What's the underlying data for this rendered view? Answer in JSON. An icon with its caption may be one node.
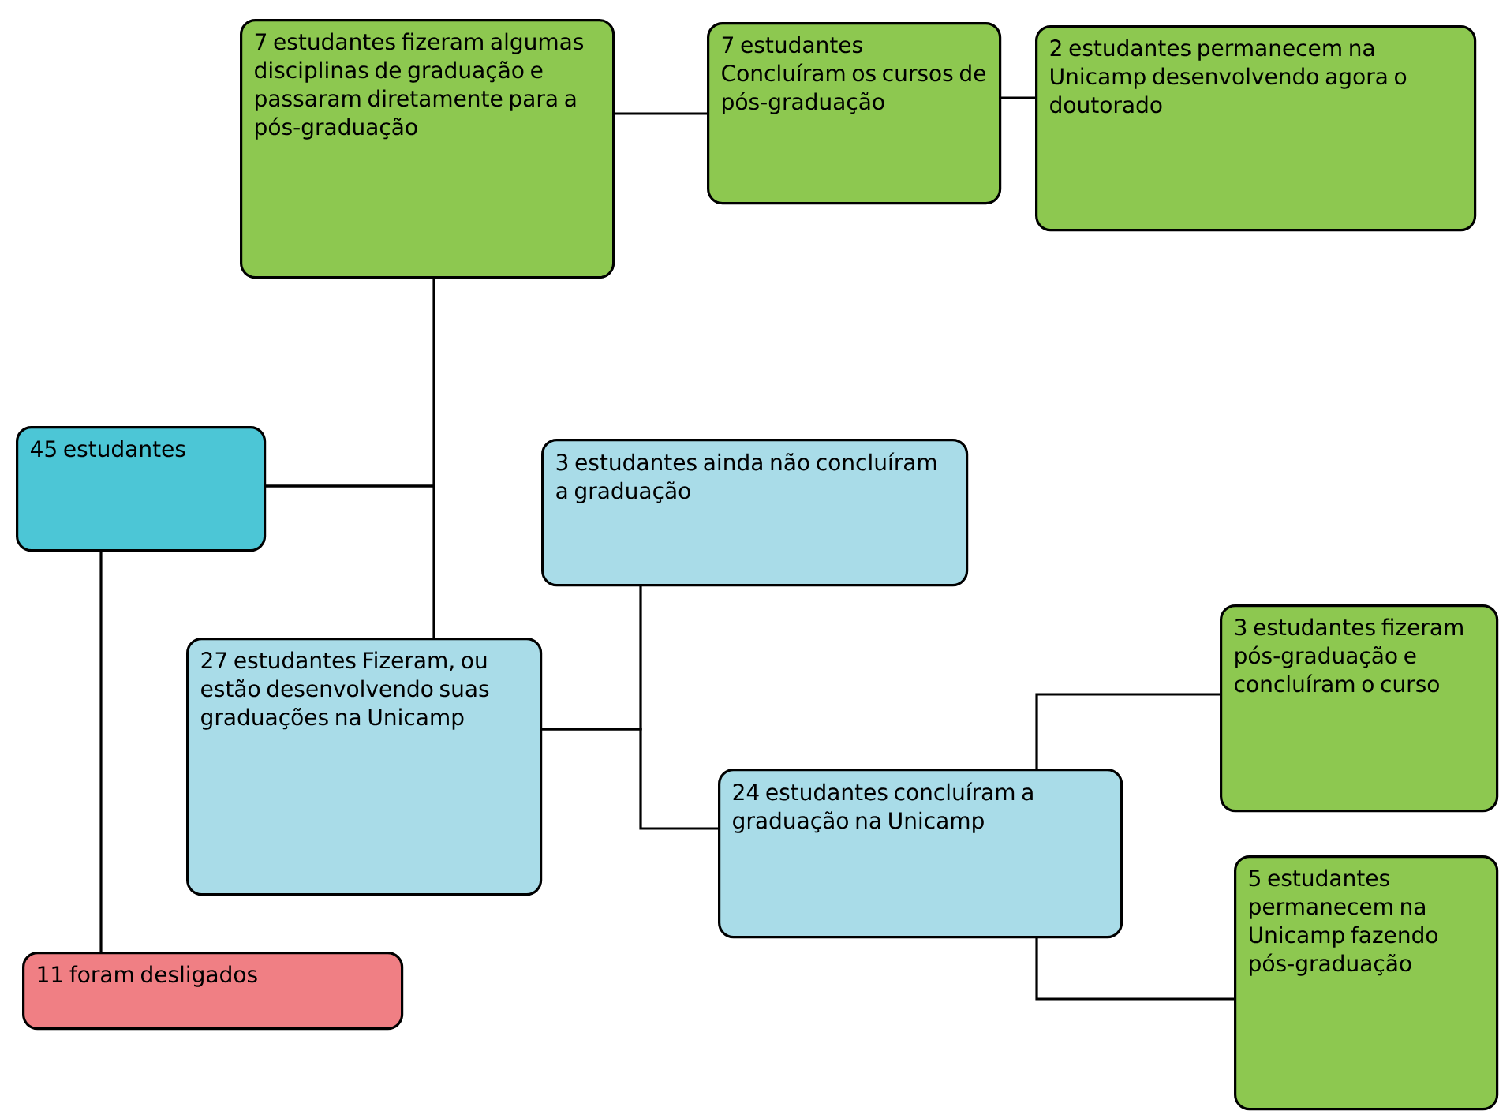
{
  "diagram": {
    "nodes": [
      {
        "text": [
          "7 estudantes fizeram algumas disciplinas de graduação e passaram diretamente para a pós-graduação"
        ]
      },
      {
        "text": [
          "7 estudantes Concluíram os cursos de pós-graduação"
        ]
      },
      {
        "text": [
          "2 estudantes permanecem na Unicamp desenvolvendo agora o doutorado"
        ]
      },
      {
        "text": [
          "45 estudantes"
        ]
      },
      {
        "text": [
          "3 estudantes ainda não concluíram a graduação"
        ]
      },
      {
        "text": [
          "27 estudantes Fizeram, ou estão desenvolvendo suas graduações na Unicamp"
        ]
      },
      {
        "text": [
          "3 estudantes fizeram pós-graduação e concluíram o curso"
        ]
      },
      {
        "text": [
          "24 estudantes concluíram a graduação na Unicamp"
        ]
      },
      {
        "text": [
          "11 foram desligados"
        ]
      },
      {
        "text": [
          "5 estudantes permanecem na Unicamp fazendo pós-graduação"
        ]
      }
    ],
    "edges": [
      {
        "from": 0,
        "to": 1,
        "arrow": "none"
      },
      {
        "from": 1,
        "to": 2,
        "arrow": "none"
      },
      {
        "from": 3,
        "to": 0,
        "arrow": "none"
      },
      {
        "from": 3,
        "to": 5,
        "arrow": "none"
      },
      {
        "from": 3,
        "to": 8,
        "arrow": "none"
      },
      {
        "from": 5,
        "to": 4,
        "arrow": "none"
      },
      {
        "from": 5,
        "to": 7,
        "arrow": "none"
      },
      {
        "from": 7,
        "to": 6,
        "arrow": "none"
      },
      {
        "from": 7,
        "to": 9,
        "arrow": "none"
      }
    ]
  }
}
